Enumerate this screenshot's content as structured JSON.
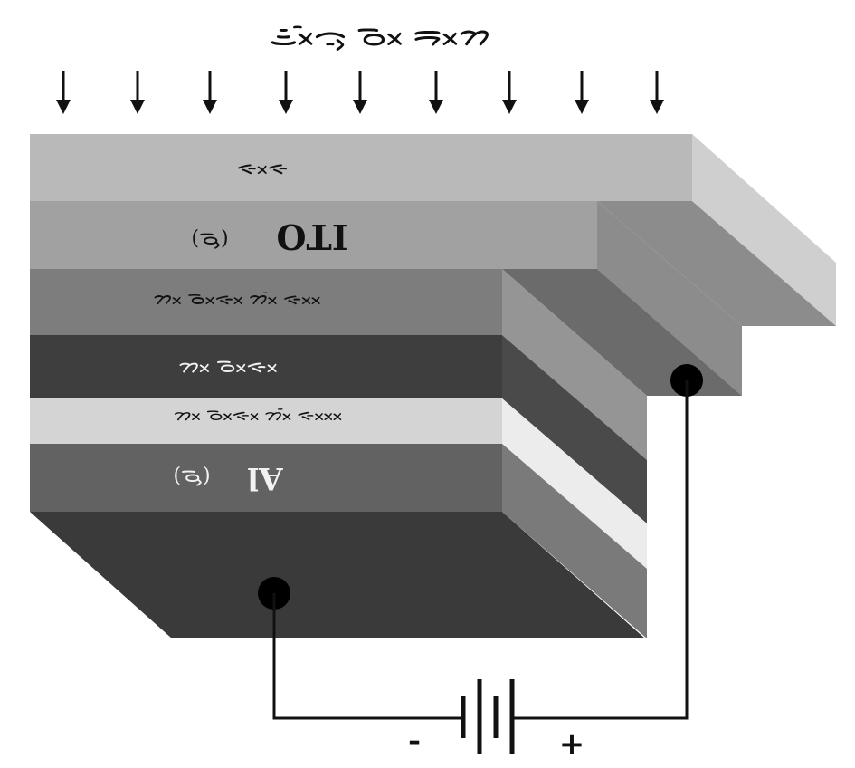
{
  "title": "ᯥᯬᯰᯙᯮ ᯉᯬ ᯒᯬᯂ",
  "layers": [
    {
      "id": "glass",
      "label": "ᯐᯬᯐ",
      "color": "#b9b9b9"
    },
    {
      "id": "ito",
      "label": "ITO",
      "sublabel": "(ᯉᯮ)",
      "color": "#a1a1a1"
    },
    {
      "id": "hole-transport",
      "label": "ᯂᯬ ᯉᯬᯐᯬ ᯂᯬᯰ ᯐᯬᯬ",
      "color": "#7d7d7d"
    },
    {
      "id": "emissive",
      "label": "ᯂᯬ ᯉᯬᯐᯬ",
      "color": "#3e3e3e"
    },
    {
      "id": "electron-transport",
      "label": "ᯂᯬ ᯉᯬᯐᯬ ᯂᯬᯰ ᯐᯬᯬᯬ",
      "color": "#d4d4d4"
    },
    {
      "id": "al-cathode",
      "label": "Al",
      "sublabel": "(ᯉᯮ)",
      "color": "#626262"
    }
  ],
  "battery": {
    "minus": "-",
    "plus": "+"
  },
  "colors": {
    "substrate_front": "#464646",
    "substrate_top": "#3a3a3a",
    "glass_side": "#cfcfcf",
    "ito_side": "#8c8c8c",
    "hole_side": "#959595",
    "emissive_side": "#4a4a4a",
    "etl_side": "#ececec",
    "al_side": "#7a7a7a",
    "wire": "#111111"
  }
}
